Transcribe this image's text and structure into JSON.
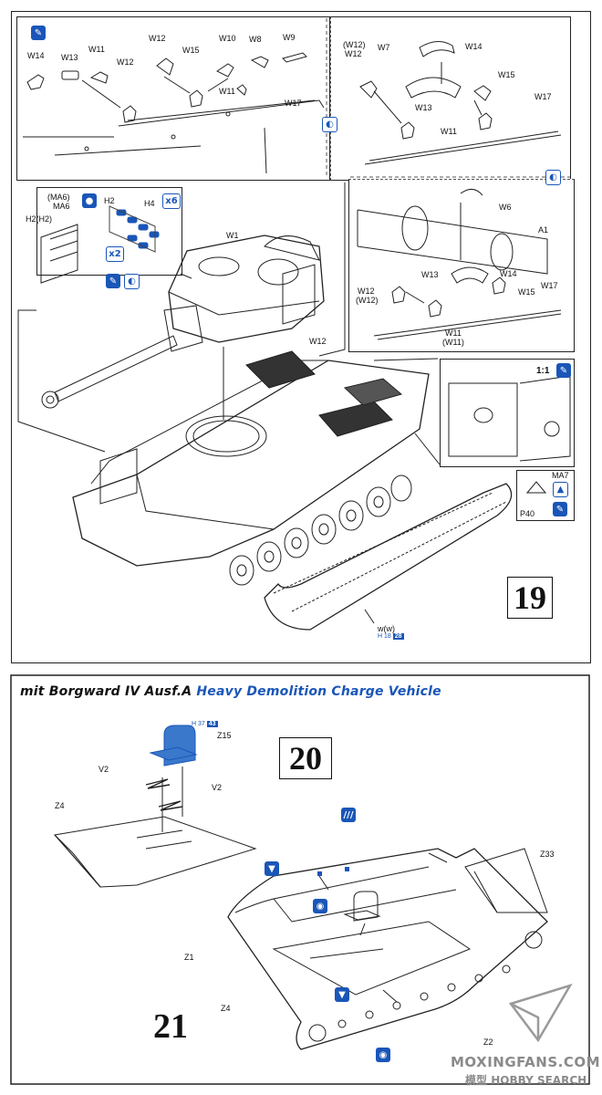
{
  "step19": {
    "number": "19",
    "labels": {
      "W14a": "W14",
      "W13a": "W13",
      "W11a": "W11",
      "W12a": "W12",
      "W12b": "W12",
      "W15a": "W15",
      "W10": "W10",
      "W8": "W8",
      "W9": "W9",
      "W11b": "W11",
      "W17a": "W17",
      "W12c_paren": "(W12)",
      "W12c": "W12",
      "W7": "W7",
      "W14b": "W14",
      "W15b": "W15",
      "W13b": "W13",
      "W11c": "W11",
      "W17b": "W17",
      "W6": "W6",
      "A1": "A1",
      "W14c": "W14",
      "W13c": "W13",
      "W12d": "W12",
      "W12d_paren": "(W12)",
      "W15c": "W15",
      "W17c": "W17",
      "W11d": "W11",
      "W11d_paren": "(W11)",
      "MA6_paren": "(MA6)",
      "MA6": "MA6",
      "H2H2": "H2(H2)",
      "H2": "H2",
      "H4": "H4",
      "W1": "W1",
      "W12e": "W12",
      "scale": "1:1",
      "MA7": "MA7",
      "P40": "P40",
      "track": "w(w)"
    },
    "icons": {
      "x6": "x6",
      "x2": "x2"
    },
    "track_ref": {
      "prefix": "H",
      "a": "18",
      "b": "28"
    }
  },
  "title": {
    "prefix": "mit Borgward IV Ausf.A ",
    "highlight": "Heavy Demolition Charge Vehicle"
  },
  "step20": {
    "number": "20",
    "labels": {
      "Z15": "Z15",
      "V2a": "V2",
      "V2b": "V2",
      "Z4": "Z4"
    },
    "part_ref": {
      "prefix": "H",
      "a": "37",
      "b": "43"
    }
  },
  "step21": {
    "number": "21",
    "labels": {
      "Z33": "Z33",
      "Z1": "Z1",
      "Z4": "Z4",
      "Z2": "Z2"
    }
  },
  "watermark": {
    "line1": "MOXINGFANS.COM",
    "line2": "HOBBY SEARCH",
    "line2_prefix": "模型"
  },
  "colors": {
    "accent_blue": "#1a56b8",
    "ink": "#111111",
    "watermark": "#8a8a8a"
  }
}
